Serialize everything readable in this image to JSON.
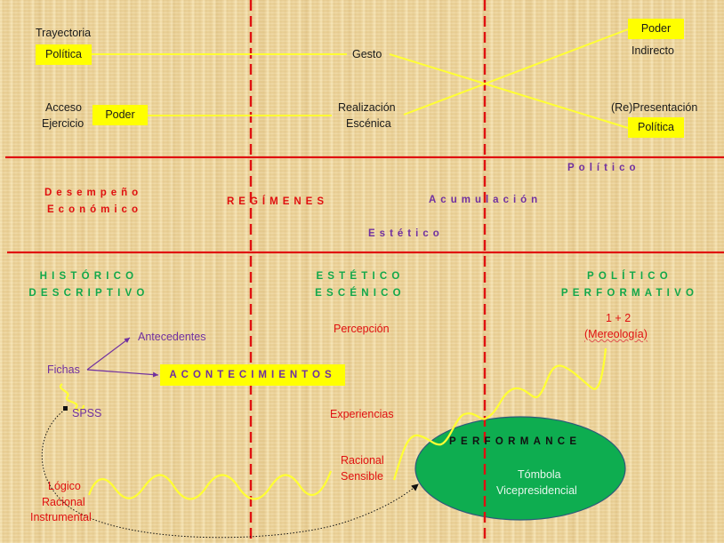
{
  "colors": {
    "background": "#ecd39a",
    "divider_red": "#e01010",
    "highlight_yellow": "#ffff00",
    "connector_yellow": "#ffff33",
    "header_green": "#12a84a",
    "accent_purple": "#7030a0",
    "ellipse_green": "#0ead50",
    "ellipse_border": "#2e5a7a"
  },
  "top_section": {
    "left": {
      "trayectoria": "Trayectoria",
      "politica_box": "Política",
      "acceso": "Acceso",
      "ejercicio": "Ejercicio",
      "poder_box": "Poder"
    },
    "middle": {
      "gesto": "Gesto",
      "realizacion": "Realización",
      "escenica": "Escénica"
    },
    "right": {
      "poder_box": "Poder",
      "indirecto": "Indirecto",
      "representacion": "(Re)Presentación",
      "politica_box": "Política"
    }
  },
  "regimes_section": {
    "desempeno": "Desempeño",
    "economico": "Económico",
    "regimenes": "REGÍMENES",
    "politico": "Político",
    "acumulacion": "Acumulación",
    "estetico": "Estético"
  },
  "columns": [
    {
      "line1": "HISTÓRICO",
      "line2": "DESCRIPTIVO"
    },
    {
      "line1": "ESTÉTICO",
      "line2": "ESCÉNICO"
    },
    {
      "line1": "POLÍTICO",
      "line2": "PERFORMATIVO"
    }
  ],
  "lower_section": {
    "antecedentes": "Antecedentes",
    "fichas": "Fichas",
    "acontecimientos": "ACONTECIMIENTOS",
    "spss": "SPSS",
    "logico": "Lógico",
    "racional": "Racional",
    "instrumental": "Instrumental",
    "percepcion": "Percepción",
    "experiencias": "Experiencias",
    "racional_sensible_1": "Racional",
    "racional_sensible_2": "Sensible",
    "formula": "1 + 2",
    "mereologia": "(Mereología)"
  },
  "performance": {
    "title": "PERFORMANCE",
    "line1": "Tómbola",
    "line2": "Vicepresidencial"
  }
}
